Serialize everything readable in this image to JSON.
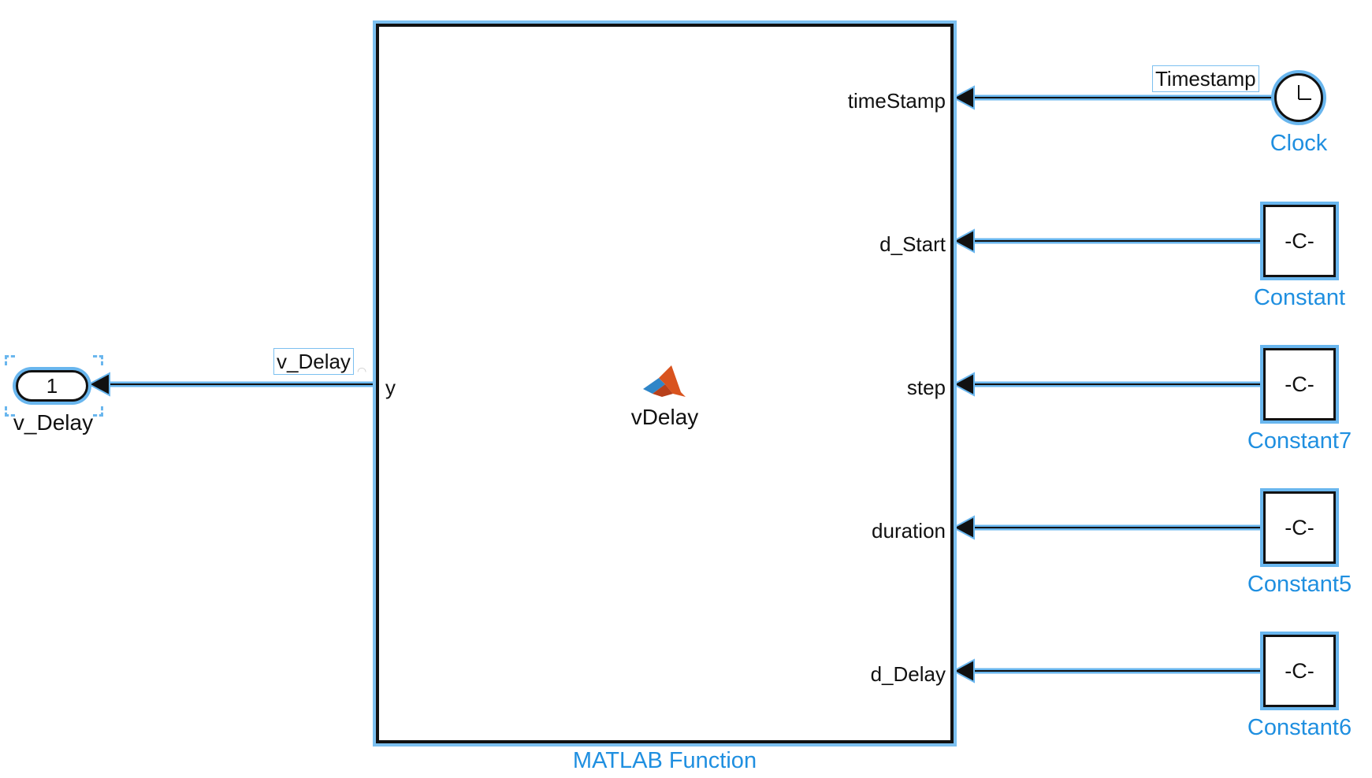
{
  "function_block": {
    "name": "MATLAB Function",
    "title": "vDelay",
    "output_port": "y",
    "input_ports": [
      "timeStamp",
      "d_Start",
      "step",
      "duration",
      "d_Delay"
    ]
  },
  "output_block": {
    "number": "1",
    "name": "v_Delay"
  },
  "output_signal": "v_Delay",
  "clock": {
    "name": "Clock",
    "signal": "Timestamp"
  },
  "constants": [
    {
      "name": "Constant",
      "value": "-C-"
    },
    {
      "name": "Constant7",
      "value": "-C-"
    },
    {
      "name": "Constant5",
      "value": "-C-"
    },
    {
      "name": "Constant6",
      "value": "-C-"
    }
  ],
  "colors": {
    "selection": "#69b6ee",
    "block_label": "#1f8fe0",
    "matlab_logo": "#d9531e"
  }
}
